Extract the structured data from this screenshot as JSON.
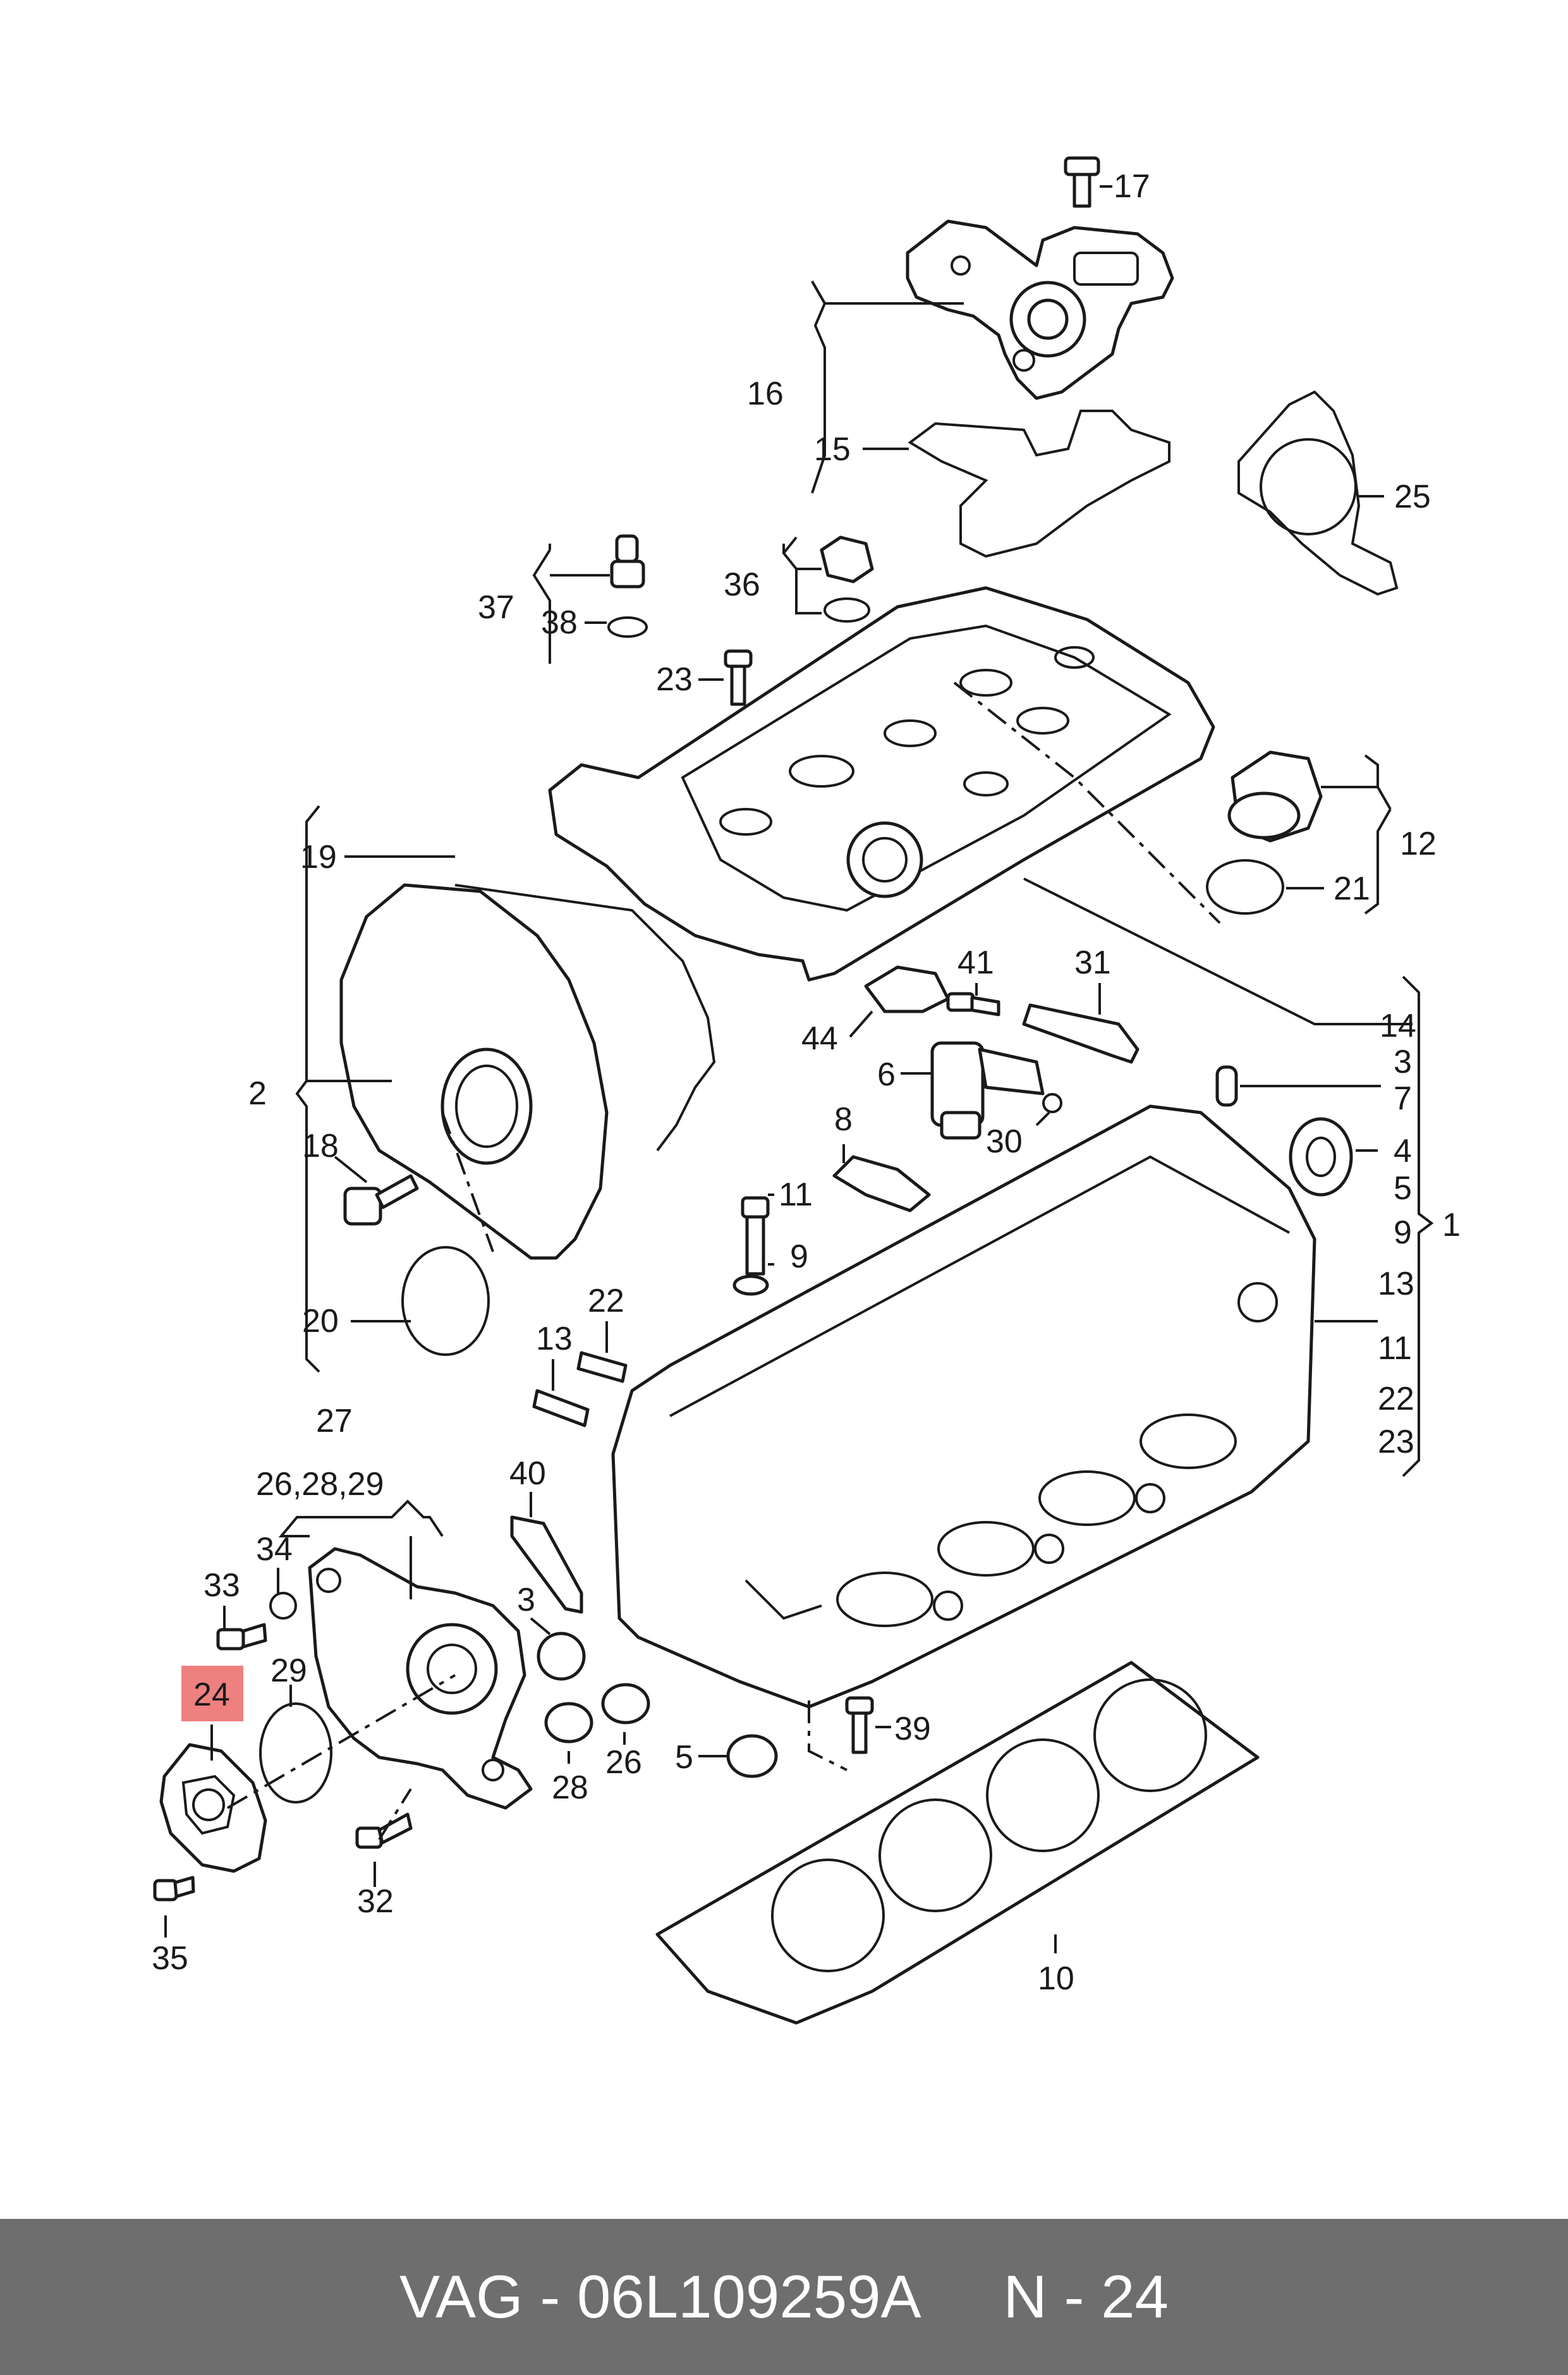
{
  "footer": {
    "part_ref": "VAG - 06L109259A",
    "position_ref": "N - 24"
  },
  "highlight_color": "#ee8080",
  "labels": {
    "l1": "1",
    "l2": "2",
    "l3a": "3",
    "l3b": "3",
    "l4": "4",
    "l5a": "5",
    "l5b": "5",
    "l6": "6",
    "l7": "7",
    "l8": "8",
    "l9a": "9",
    "l9b": "9",
    "l10": "10",
    "l11a": "11",
    "l11b": "11",
    "l12": "12",
    "l13a": "13",
    "l13b": "13",
    "l14": "14",
    "l15": "15",
    "l16": "16",
    "l17": "17",
    "l18": "18",
    "l19": "19",
    "l20": "20",
    "l21": "21",
    "l22a": "22",
    "l22b": "22",
    "l23a": "23",
    "l23b": "23",
    "l24": "24",
    "l25": "25",
    "l26": "26",
    "l26_28_29": "26,28,29",
    "l27": "27",
    "l28": "28",
    "l29": "29",
    "l30": "30",
    "l31": "31",
    "l32": "32",
    "l33": "33",
    "l34": "34",
    "l35": "35",
    "l36": "36",
    "l37": "37",
    "l38": "38",
    "l39": "39",
    "l40": "40",
    "l41": "41",
    "l44": "44"
  }
}
